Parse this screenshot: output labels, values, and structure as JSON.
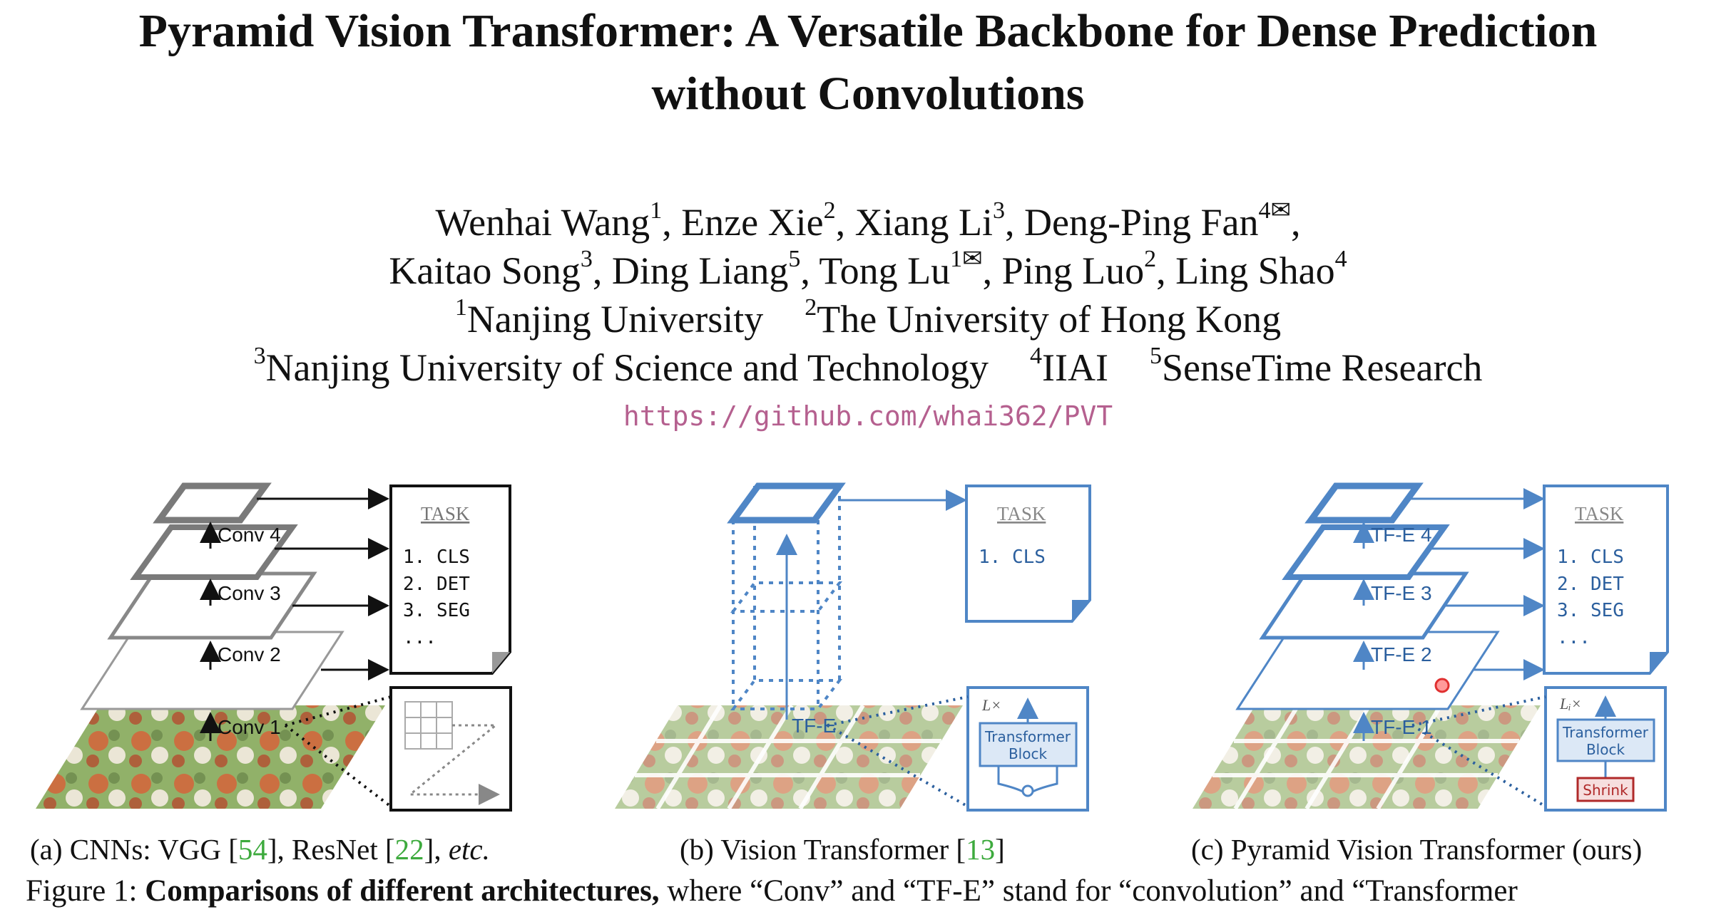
{
  "title": {
    "line1": "Pyramid Vision Transformer: A Versatile Backbone for Dense Prediction",
    "line2": "without Convolutions"
  },
  "authors": {
    "line1": [
      {
        "name": "Wenhai Wang",
        "sup": "1"
      },
      {
        "name": ", Enze Xie",
        "sup": "2"
      },
      {
        "name": ", Xiang Li",
        "sup": "3"
      },
      {
        "name": ", Deng-Ping Fan",
        "sup": "4✉"
      },
      {
        "name": ",",
        "sup": ""
      }
    ],
    "line2": [
      {
        "name": "Kaitao Song",
        "sup": "3"
      },
      {
        "name": ", Ding Liang",
        "sup": "5"
      },
      {
        "name": ", Tong Lu",
        "sup": "1✉"
      },
      {
        "name": ", Ping Luo",
        "sup": "2"
      },
      {
        "name": ", Ling Shao",
        "sup": "4"
      }
    ]
  },
  "affiliations": {
    "a1_sup": "1",
    "a1": "Nanjing University",
    "a2_sup": "2",
    "a2": "The University of Hong Kong",
    "a3_sup": "3",
    "a3": "Nanjing University of Science and Technology",
    "a4_sup": "4",
    "a4": "IIAI",
    "a5_sup": "5",
    "a5": "SenseTime Research"
  },
  "url": "https://github.com/whai362/PVT",
  "figure": {
    "task_title": "TASK",
    "cnn": {
      "layers": [
        "Conv 4",
        "Conv 3",
        "Conv 2",
        "Conv 1"
      ],
      "tasks": [
        "1. CLS",
        "2. DET",
        "3. SEG",
        "..."
      ]
    },
    "vit": {
      "encoder": "TF-E",
      "tasks": [
        "1. CLS"
      ],
      "repeat": "L×",
      "block_line1": "Transformer",
      "block_line2": "Block"
    },
    "pvt": {
      "layers": [
        "TF-E 4",
        "TF-E 3",
        "TF-E 2",
        "TF-E 1"
      ],
      "tasks": [
        "1. CLS",
        "2. DET",
        "3. SEG",
        "..."
      ],
      "repeat": "Lᵢ×",
      "block_line1": "Transformer",
      "block_line2": "Block",
      "shrink": "Shrink"
    },
    "colors": {
      "cnn": "#7a7a7a",
      "vit": "#4f86c6",
      "pvt": "#4f86c6",
      "shrink": "#b02a2a"
    }
  },
  "captions": {
    "a_prefix": "(a) CNNs: VGG [",
    "a_ref1": "54",
    "a_mid": "], ResNet [",
    "a_ref2": "22",
    "a_suffix": "], ",
    "a_etc": "etc.",
    "b_prefix": "(b) Vision Transformer [",
    "b_ref": "13",
    "b_suffix": "]",
    "c": "(c) Pyramid Vision Transformer (ours)"
  },
  "figure_caption": {
    "label": "Figure 1: ",
    "bold": "Comparisons of different architectures,",
    "rest": " where “Conv” and “TF-E” stand for “convolution” and “Transformer"
  }
}
